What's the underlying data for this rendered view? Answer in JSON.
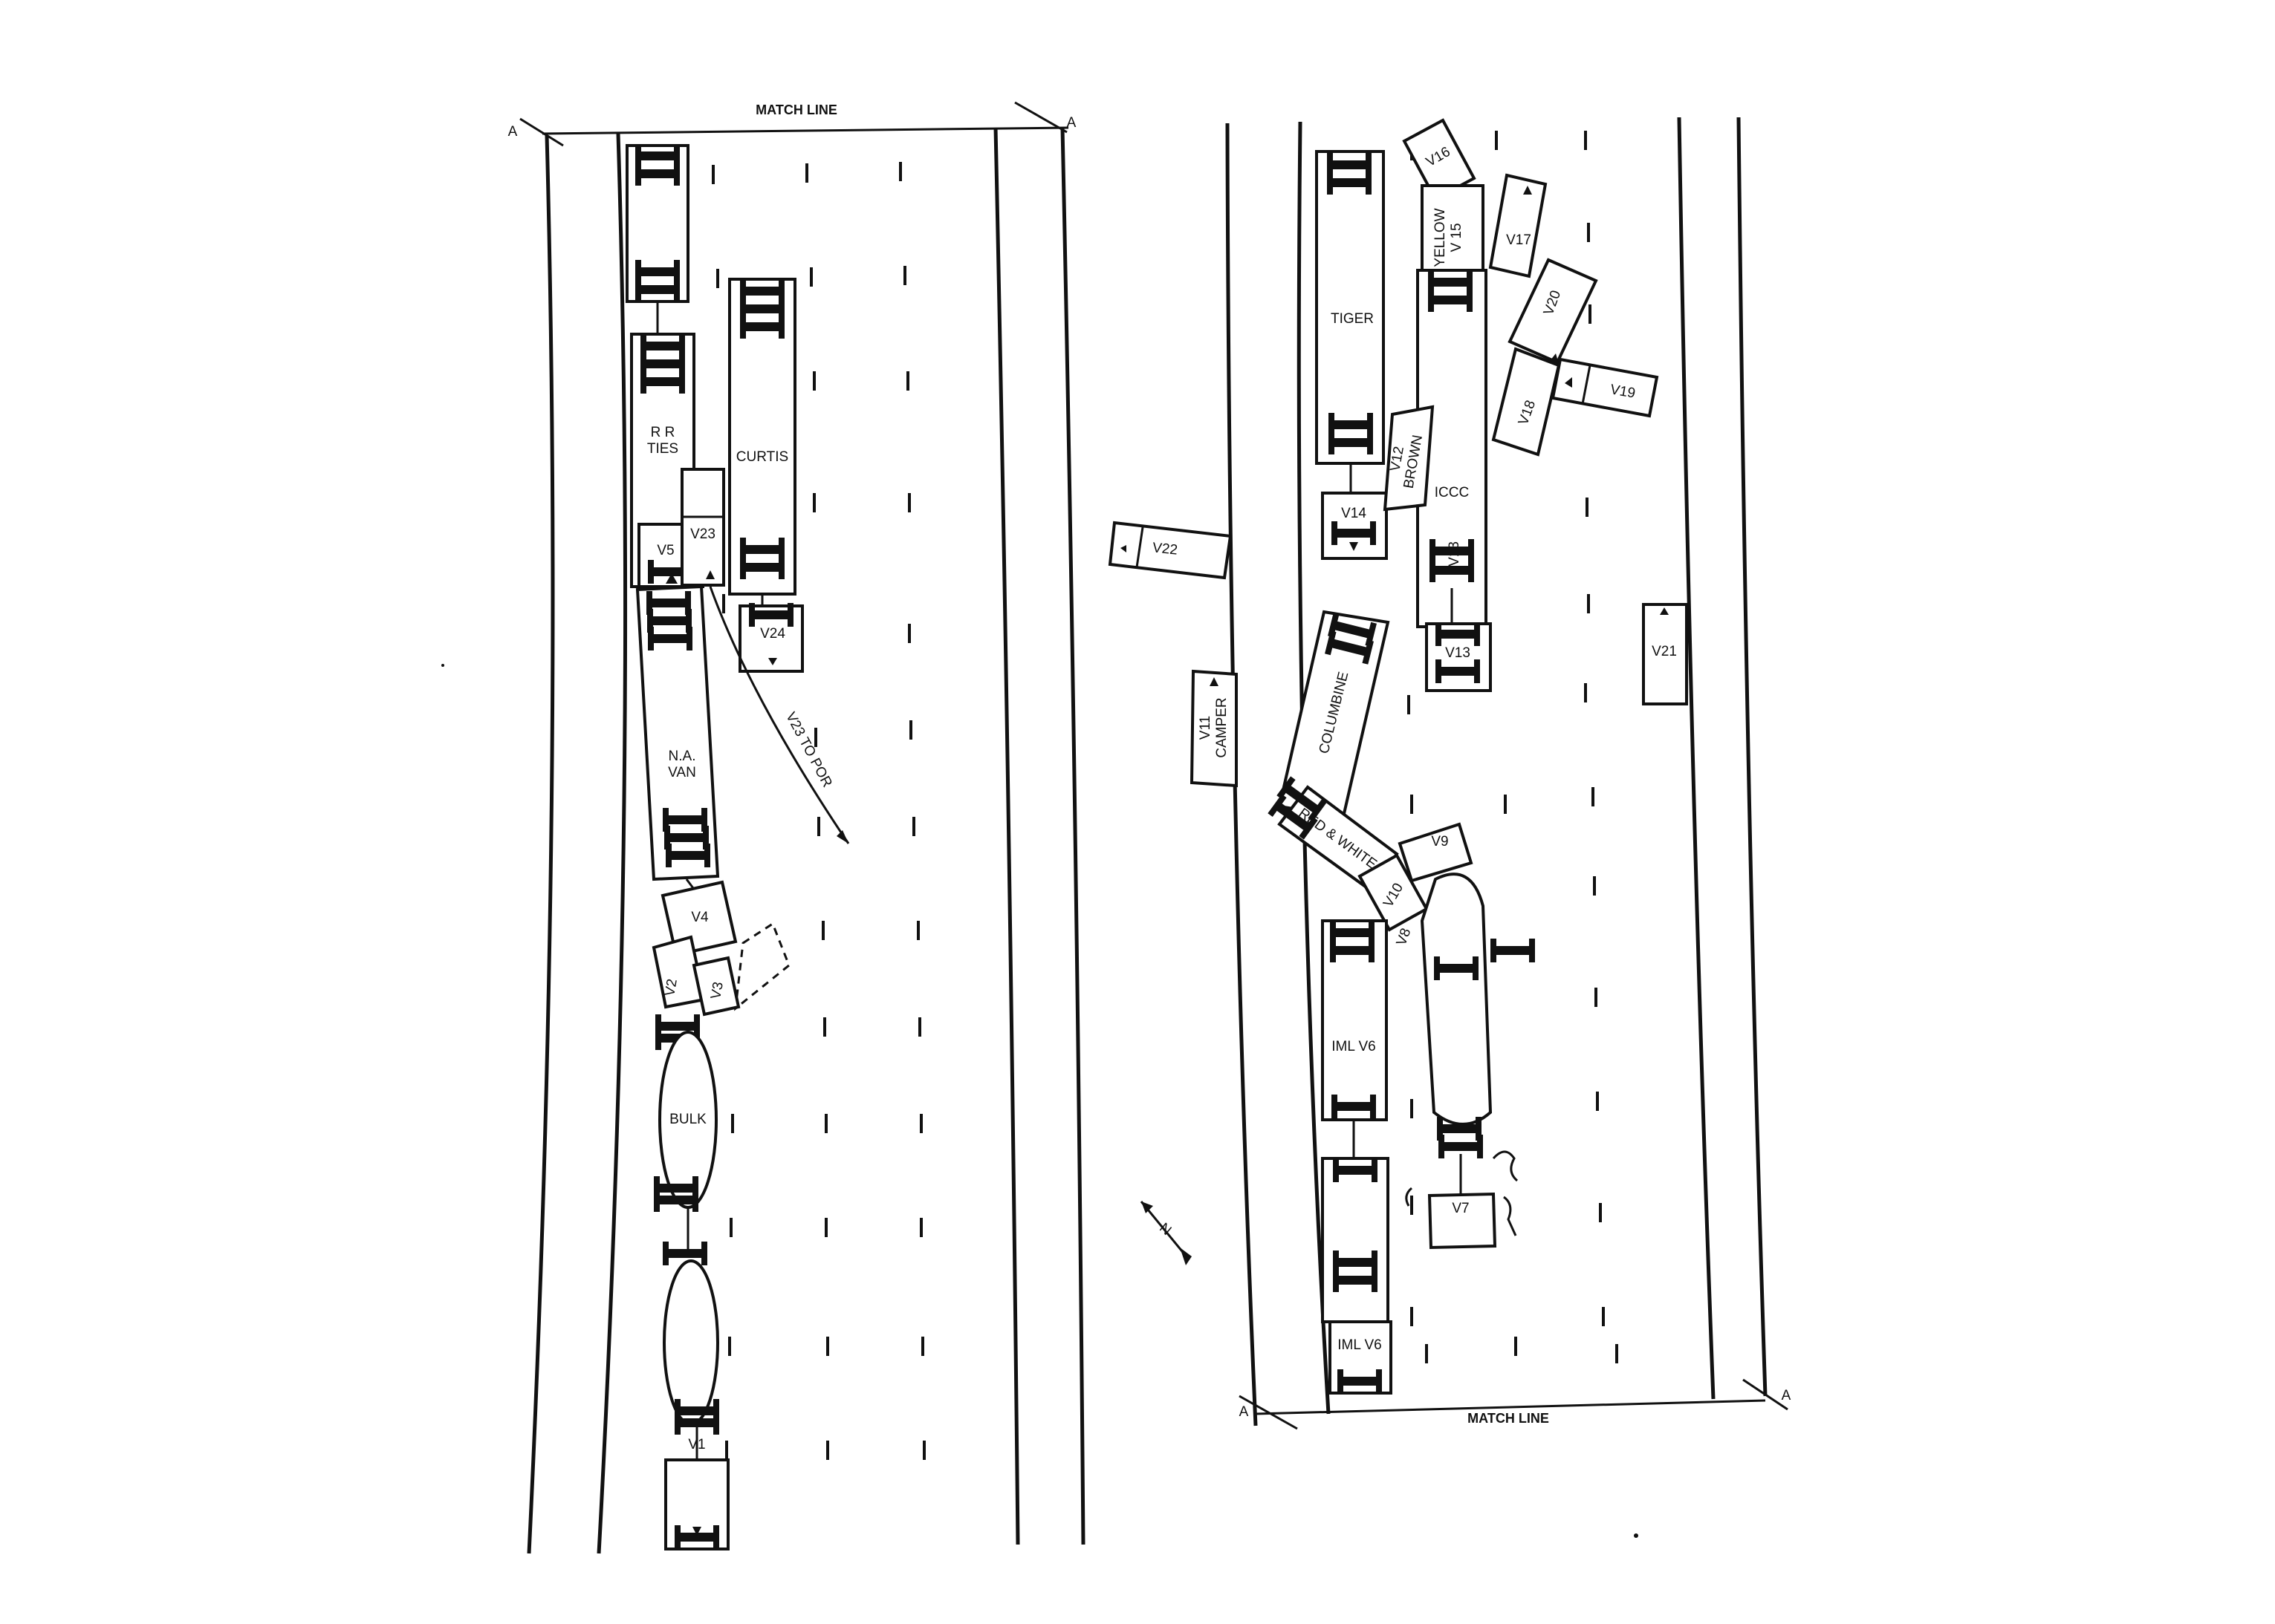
{
  "labels": {
    "match_line_top": "MATCH LINE",
    "match_line_bottom": "MATCH LINE",
    "section_mark": "A",
    "north": "N",
    "v23_path": "V23 TO POR"
  },
  "left_panel_vehicles": [
    {
      "id": "rr_ties",
      "label": "R R\nTIES"
    },
    {
      "id": "curtis",
      "label": "CURTIS"
    },
    {
      "id": "v5",
      "label": "V5"
    },
    {
      "id": "v23",
      "label": "V23"
    },
    {
      "id": "v24",
      "label": "V24"
    },
    {
      "id": "na_van",
      "label": "N.A.\nVAN"
    },
    {
      "id": "v4",
      "label": "V4"
    },
    {
      "id": "v2",
      "label": "V2"
    },
    {
      "id": "v3",
      "label": "V3"
    },
    {
      "id": "bulk",
      "label": "BULK"
    },
    {
      "id": "v1",
      "label": "V1"
    }
  ],
  "right_panel_vehicles": [
    {
      "id": "tiger",
      "label": "TIGER"
    },
    {
      "id": "v16",
      "label": "V16"
    },
    {
      "id": "yellow_v15",
      "label": "YELLOW\nV 15"
    },
    {
      "id": "v17",
      "label": "V17"
    },
    {
      "id": "v20",
      "label": "V20"
    },
    {
      "id": "v18",
      "label": "V18"
    },
    {
      "id": "v19",
      "label": "V19"
    },
    {
      "id": "v12_brown",
      "label": "V12\nBROWN"
    },
    {
      "id": "iccc",
      "label": "ICCC"
    },
    {
      "id": "v14",
      "label": "V14"
    },
    {
      "id": "v13a",
      "label": "V13"
    },
    {
      "id": "v13b",
      "label": "V13"
    },
    {
      "id": "v22",
      "label": "V22"
    },
    {
      "id": "v21",
      "label": "V21"
    },
    {
      "id": "v11_camper",
      "label": "V11\nCAMPER"
    },
    {
      "id": "columbine",
      "label": "COLUMBINE"
    },
    {
      "id": "red_white",
      "label": "RED & WHITE"
    },
    {
      "id": "v10",
      "label": "V10"
    },
    {
      "id": "v9",
      "label": "V9"
    },
    {
      "id": "v8",
      "label": "V8"
    },
    {
      "id": "iml_v6_a",
      "label": "IML V6"
    },
    {
      "id": "iml_v6_b",
      "label": "IML V6"
    },
    {
      "id": "v7",
      "label": "V7"
    }
  ]
}
